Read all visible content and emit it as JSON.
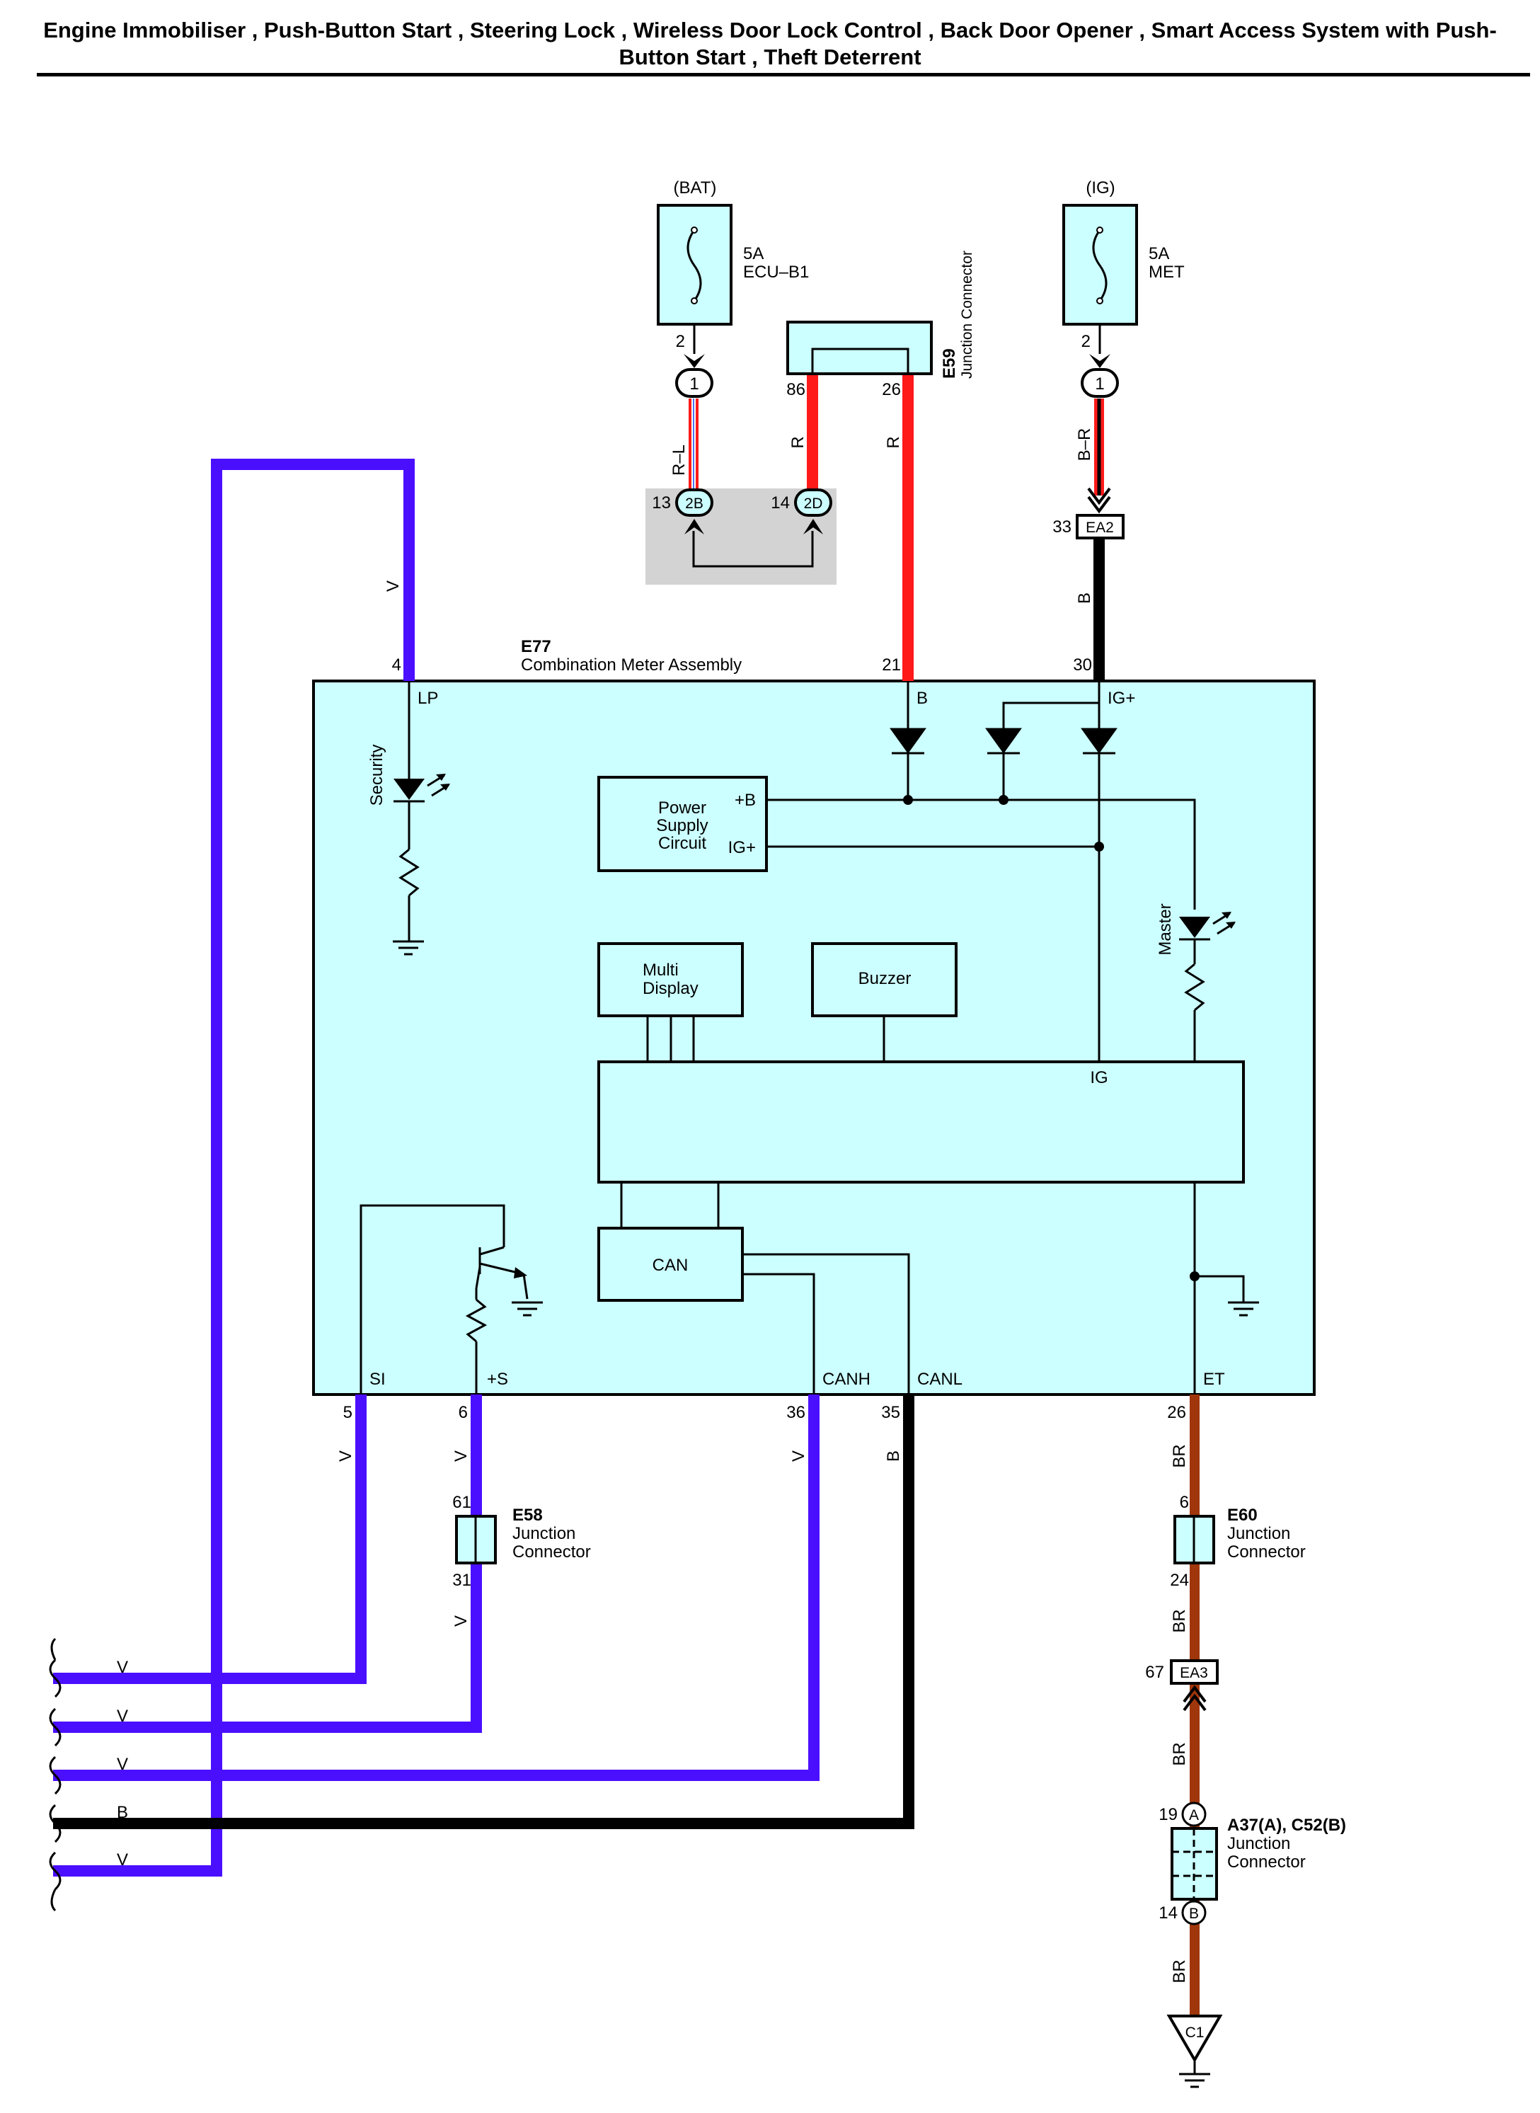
{
  "title": "Engine Immobiliser , Push-Button Start , Steering Lock , Wireless Door Lock Control , Back Door Opener , Smart Access System with Push-Button Start , Theft Deterrent",
  "colors": {
    "violet": "#4b0fff",
    "red": "#ff1a1a",
    "black": "#000000",
    "brown": "#a0360b",
    "meter_fill": "#ccffff",
    "shade": "#d3d3d3"
  },
  "fuses": {
    "bat": {
      "source": "(BAT)",
      "rating": "5A",
      "name": "ECU–B1",
      "pin": "2",
      "conn": "1"
    },
    "ig": {
      "source": "(IG)",
      "rating": "5A",
      "name": "MET",
      "pin": "2",
      "conn": "1"
    }
  },
  "e59": {
    "id": "E59",
    "name": "Junction Connector",
    "pin_a": "86",
    "pin_b": "26"
  },
  "splices": {
    "s2b": "2B",
    "s2d": "2D",
    "pin13": "13",
    "pin14": "14"
  },
  "ea2": {
    "id": "EA2",
    "pin": "33"
  },
  "ea3": {
    "id": "EA3",
    "pin": "67"
  },
  "wires": {
    "rl": "R–L",
    "r": "R",
    "br_red": "B–R",
    "v": "V",
    "b": "B",
    "br": "BR"
  },
  "meter": {
    "id": "E77",
    "name": "Combination Meter Assembly",
    "pin_lp": "4",
    "pin_b": "21",
    "pin_ig": "30",
    "lbl_lp": "LP",
    "lbl_b": "B",
    "lbl_ig": "IG+",
    "security": "Security",
    "master": "Master",
    "psu_l1": "Power",
    "psu_l2": "Supply",
    "psu_l3": "Circuit",
    "psu_b": "+B",
    "psu_ig": "IG+",
    "md_l1": "Multi",
    "md_l2": "Display",
    "buzzer": "Buzzer",
    "ig": "IG",
    "can": "CAN",
    "lbl_si": "SI",
    "lbl_s": "+S",
    "lbl_canh": "CANH",
    "lbl_canl": "CANL",
    "lbl_et": "ET",
    "pin_si": "5",
    "pin_s": "6",
    "pin_canh": "36",
    "pin_canl": "35",
    "pin_et": "26"
  },
  "e58": {
    "id": "E58",
    "name1": "Junction",
    "name2": "Connector",
    "pin_top": "61",
    "pin_bot": "31"
  },
  "e60": {
    "id": "E60",
    "name1": "Junction",
    "name2": "Connector",
    "pin_top": "6",
    "pin_bot": "24"
  },
  "a37": {
    "id": "A37(A), C52(B)",
    "name1": "Junction",
    "name2": "Connector",
    "pin_top": "19",
    "pin_bot": "14",
    "a": "A",
    "b": "B"
  },
  "ground": {
    "id": "C1"
  }
}
